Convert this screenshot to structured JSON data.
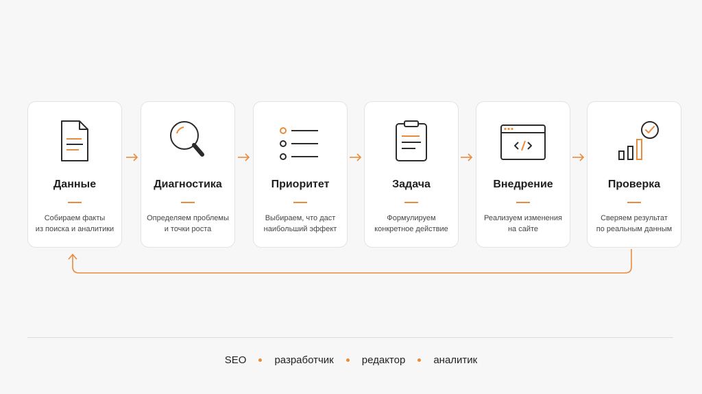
{
  "accent_color": "#e98b3c",
  "steps": [
    {
      "icon": "document-icon",
      "title": "Данные",
      "desc_line1": "Собираем факты",
      "desc_line2": "из поиска и аналитики"
    },
    {
      "icon": "magnifier-icon",
      "title": "Диагностика",
      "desc_line1": "Определяем проблемы",
      "desc_line2": "и точки роста"
    },
    {
      "icon": "list-icon",
      "title": "Приоритет",
      "desc_line1": "Выбираем, что даст",
      "desc_line2": "наибольший эффект"
    },
    {
      "icon": "clipboard-icon",
      "title": "Задача",
      "desc_line1": "Формулируем",
      "desc_line2": "конкретное действие"
    },
    {
      "icon": "code-window-icon",
      "title": "Внедрение",
      "desc_line1": "Реализуем изменения",
      "desc_line2": "на сайте"
    },
    {
      "icon": "growth-check-icon",
      "title": "Проверка",
      "desc_line1": "Сверяем результат",
      "desc_line2": "по реальным данным"
    }
  ],
  "roles": [
    "SEO",
    "разработчик",
    "редактор",
    "аналитик"
  ]
}
